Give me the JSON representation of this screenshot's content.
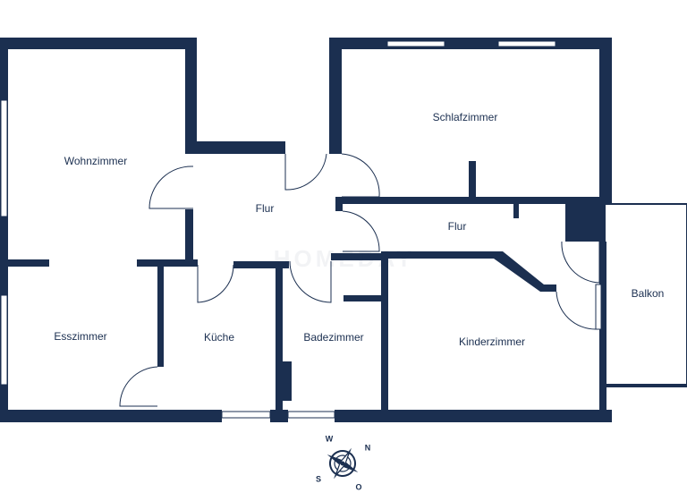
{
  "plan": {
    "rooms": {
      "wohnzimmer": "Wohnzimmer",
      "esszimmer": "Esszimmer",
      "flur_left": "Flur",
      "flur_right": "Flur",
      "schlafzimmer": "Schlafzimmer",
      "kueche": "Küche",
      "badezimmer": "Badezimmer",
      "kinderzimmer": "Kinderzimmer",
      "balkon": "Balkon"
    },
    "compass": {
      "n": "N",
      "s": "S",
      "w": "W",
      "o": "O"
    },
    "watermark": "HOMEDAY",
    "colors": {
      "wall": "#1b2f50",
      "background": "#ffffff"
    }
  }
}
